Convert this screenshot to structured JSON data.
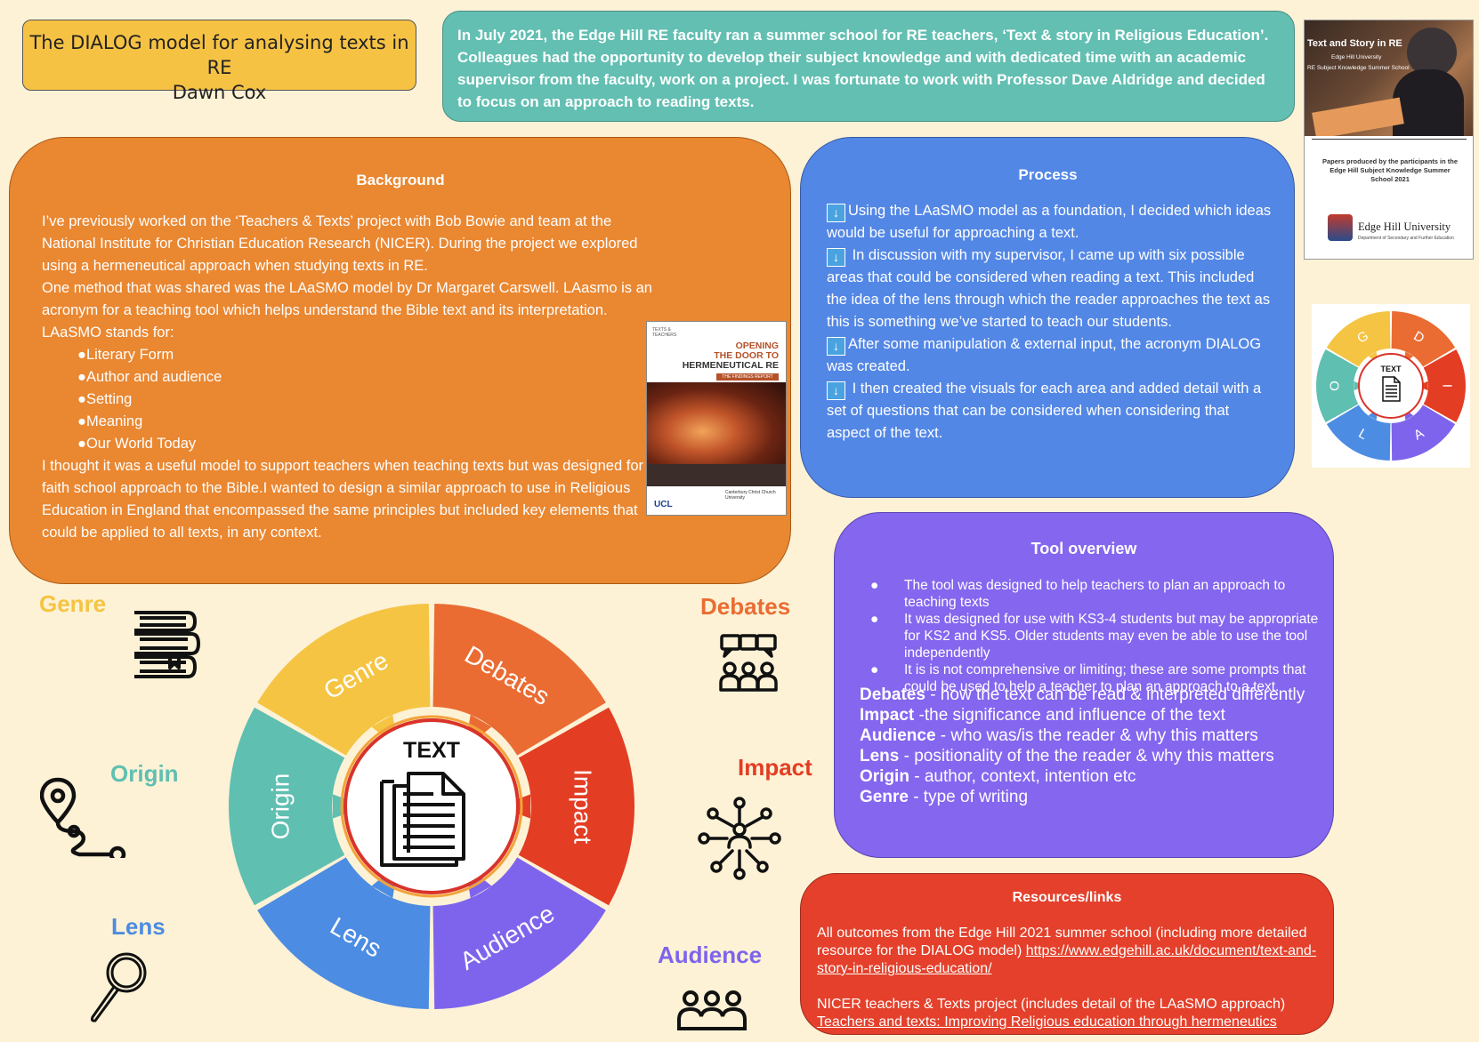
{
  "title": {
    "line1": "The DIALOG model for analysing texts in RE",
    "line2": "Dawn Cox"
  },
  "intro": {
    "p1": "In July 2021, the Edge Hill RE faculty ran a summer school for RE teachers, ‘Text & story in Religious Education’. Colleagues had the opportunity to develop their subject knowledge and with dedicated time with an academic supervisor from the faculty, work on a project. I was fortunate to work with Professor Dave Aldridge and decided to focus on an approach to reading texts."
  },
  "cover_edgehill": {
    "title": "Text and Story in RE",
    "sub1": "Edge Hill University",
    "sub2": "RE Subject Knowledge Summer School",
    "papers": "Papers produced by the participants in the Edge Hill Subject Knowledge Summer School 2021",
    "university": "Edge Hill University",
    "dept": "Department of Secondary and Further Education"
  },
  "background": {
    "heading": "Background",
    "p1": "I’ve previously worked on the ‘Teachers & Texts’ project with Bob Bowie and team at the National Institute for Christian Education Research (NICER). During the project we explored using a hermeneutical approach when studying texts in RE.",
    "p2": "One method that was shared was the LAaSMO model by Dr Margaret Carswell. LAasmo is an acronym for a teaching tool which helps understand the Bible text and its interpretation. LAaSMO stands for:",
    "list": [
      "Literary Form",
      "Author and audience",
      "Setting",
      "Meaning",
      "Our World Today"
    ],
    "p3": "I thought it was a useful model to support teachers when teaching texts but was designed for a faith school approach to the Bible.I wanted to design a similar approach to use in Religious Education in England that encompassed the same principles but included key elements that could be applied to all texts, in any context."
  },
  "cover_nicer": {
    "small": "TEXTS & TEACHERS",
    "title1": "OPENING",
    "title2": "THE DOOR TO",
    "title3": "HERMENEUTICAL RE",
    "band": "THE FINDINGS REPORT",
    "ucl": "UCL",
    "canterbury": "Canterbury Christ Church University"
  },
  "process": {
    "heading": "Process",
    "items": [
      "Using the LAaSMO model as a foundation, I decided which  ideas would be useful for approaching a text.",
      " In discussion with my supervisor, I came up with six possible areas that could be considered when reading a text. This included the idea of the lens through which the reader approaches the text as this is something we’ve started to teach our students.",
      "After some manipulation & external input, the acronym DIALOG was created.",
      " I then created the visuals for each area and added detail with a set of questions that can be considered when considering that aspect of the text."
    ]
  },
  "mini_wheel": {
    "center": "TEXT",
    "letters": [
      "D",
      "I",
      "A",
      "L",
      "O",
      "G"
    ]
  },
  "tool": {
    "heading": "Tool overview",
    "bullets": [
      "The tool was designed to help teachers to plan an approach to teaching texts",
      "It was designed for use with KS3-4 students but may be appropriate for KS2 and KS5. Older students may even be able to use the tool independently",
      "It is is not comprehensive or limiting; these are some prompts that could be used to help a teacher to plan an approach to a text."
    ],
    "definitions": [
      {
        "term": "Debates",
        "desc": " - how the text can be read & interpreted differently"
      },
      {
        "term": "Impact",
        "desc": " -the significance and influence of the text"
      },
      {
        "term": "Audience",
        "desc": " - who was/is the reader & why this matters"
      },
      {
        "term": "Lens",
        "desc": " - positionality of the the reader & why this matters"
      },
      {
        "term": "Origin",
        "desc": " - author, context, intention etc"
      },
      {
        "term": "Genre",
        "desc": " - type of writing"
      }
    ]
  },
  "resources": {
    "heading": "Resources/links",
    "p1": "All outcomes from the Edge Hill 2021 summer school (including more detailed resource for the DIALOG model) ",
    "link1": "https://www.edgehill.ac.uk/document/text-and-story-in-religious-education/",
    "p2": "NICER teachers & Texts project (includes detail of the LAaSMO approach)",
    "link2": "Teachers and texts: Improving Religious education through hermeneutics"
  },
  "wheel": {
    "center": "TEXT",
    "segments": [
      {
        "label": "Debates",
        "color": "#ea6c33"
      },
      {
        "label": "Impact",
        "color": "#e33d23"
      },
      {
        "label": "Audience",
        "color": "#7e64ec"
      },
      {
        "label": "Lens",
        "color": "#4c8ce2"
      },
      {
        "label": "Origin",
        "color": "#5fbfb1"
      },
      {
        "label": "Genre",
        "color": "#f5c443"
      }
    ]
  },
  "outer_labels": {
    "genre": {
      "text": "Genre",
      "color": "#f5c443"
    },
    "origin": {
      "text": "Origin",
      "color": "#5fbfb1"
    },
    "lens": {
      "text": "Lens",
      "color": "#4c8ce2"
    },
    "debates": {
      "text": "Debates",
      "color": "#ea6c33"
    },
    "impact": {
      "text": "Impact",
      "color": "#e33d23"
    },
    "audience": {
      "text": "Audience",
      "color": "#7e64ec"
    }
  }
}
